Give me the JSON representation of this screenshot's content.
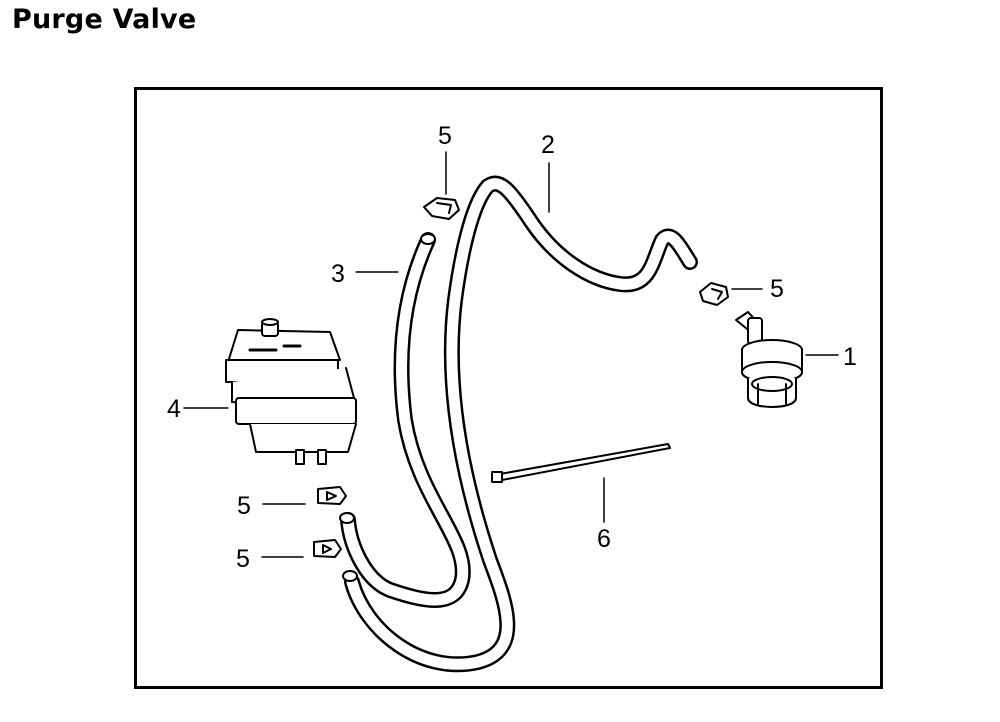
{
  "page": {
    "title": "Purge Valve"
  },
  "callouts": {
    "part_1": "1",
    "part_2": "2",
    "part_3": "3",
    "part_4": "4",
    "part_5_top": "5",
    "part_5_right": "5",
    "part_5_left_upper": "5",
    "part_5_left_lower": "5",
    "part_6": "6"
  }
}
